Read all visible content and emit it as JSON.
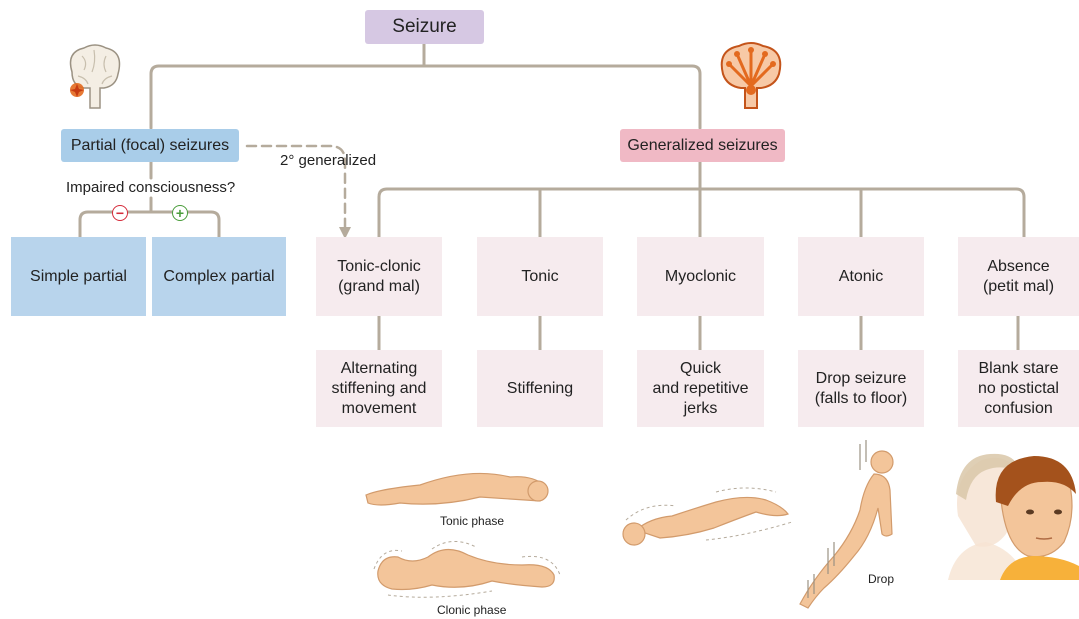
{
  "root": {
    "label": "Seizure"
  },
  "partial": {
    "label": "Partial (focal) seizures",
    "question": "Impaired consciousness?",
    "secondary_label": "2° generalized",
    "minus_symbol": "−",
    "plus_symbol": "+",
    "types": [
      {
        "label": "Simple partial"
      },
      {
        "label": "Complex partial"
      }
    ]
  },
  "generalized": {
    "label": "Generalized seizures",
    "types": [
      {
        "name_line1": "Tonic-clonic",
        "name_line2": "(grand mal)",
        "desc": [
          "Alternating",
          "stiffening and",
          "movement"
        ]
      },
      {
        "name_line1": "Tonic",
        "name_line2": "",
        "desc": [
          "Stiffening"
        ]
      },
      {
        "name_line1": "Myoclonic",
        "name_line2": "",
        "desc": [
          "Quick",
          "and repetitive",
          "jerks"
        ]
      },
      {
        "name_line1": "Atonic",
        "name_line2": "",
        "desc": [
          "Drop seizure",
          "(falls to floor)"
        ]
      },
      {
        "name_line1": "Absence",
        "name_line2": "(petit mal)",
        "desc": [
          "Blank stare",
          "no postictal",
          "confusion"
        ]
      }
    ]
  },
  "illustrations": {
    "tonic_phase_caption": "Tonic phase",
    "clonic_phase_caption": "Clonic phase",
    "drop_caption": "Drop"
  },
  "colors": {
    "root_box": "#d6c8e3",
    "partial_header": "#a9cde9",
    "partial_types": "#b8d4ec",
    "generalized_header": "#f0b9c5",
    "generalized_types": "#f6ebee",
    "connector": "#b5ab9c",
    "minus_sign": "#d52b3a",
    "plus_sign": "#4a9d3b",
    "skin": "#f3c59a",
    "brain_focus": "#e36a1f"
  }
}
